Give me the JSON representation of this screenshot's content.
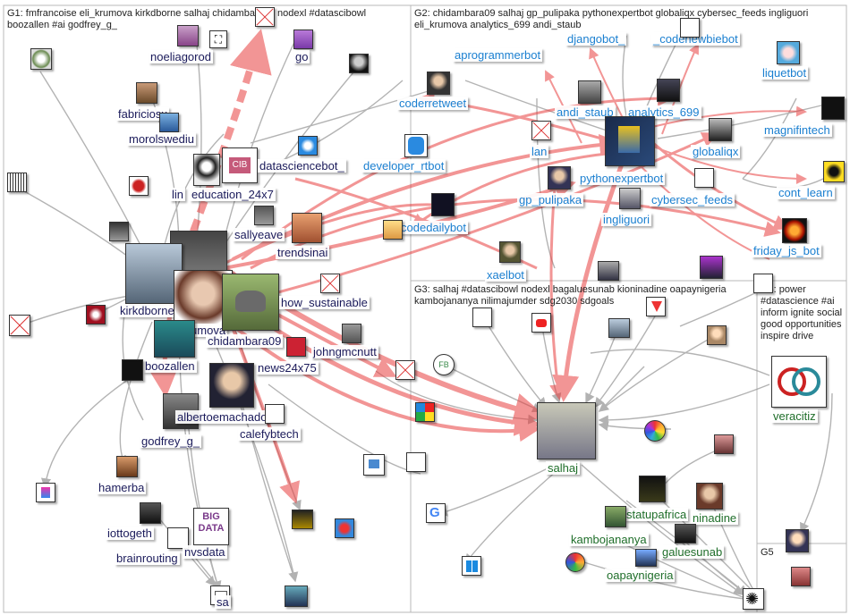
{
  "groups": [
    {
      "id": "G1",
      "title": "G1: fmfrancoise eli_krumova kirkdborne salhaj chidambara09 nodexl #datascibowl boozallen #ai godfrey_g_"
    },
    {
      "id": "G2",
      "title": "G2: chidambara09 salhaj gp_pulipaka pythonexpertbot globaliqx cybersec_feeds ingliguori eli_krumova analytics_699 andi_staub"
    },
    {
      "id": "G3",
      "title": "G3: salhaj #datascibowl nodexl bagaluesunab kioninadine oapaynigeria kambojananya nilimajumder sdg2030 sdgoals"
    },
    {
      "id": "G4",
      "title": "G4: power #datascience #ai inform ignite social good opportunities inspire drive"
    },
    {
      "id": "G5",
      "title": "G5"
    }
  ],
  "colors": {
    "g1_label": "#1a1a5a",
    "g2_label": "#1a7fd0",
    "g3_label": "#1f6e2a",
    "edge_gray": "#8c8c8c",
    "edge_red": "#e84040",
    "box_border": "#b8b8b8"
  },
  "labels": {
    "noeliagorod": "noeliagorod",
    "go": "go",
    "fabriciosx": "fabriciosx",
    "morolswediu": "morolswediu",
    "lin": "lin",
    "education": "education_24x7",
    "datasciencebot": "datasciencebot_",
    "sallyeave": "sallyeave",
    "trendsinai": "trendsinai",
    "kirkdborne": "kirkdborne",
    "eli": "eli_krumova",
    "how_sustainable": "how_sustainable",
    "chidambara": "chidambara09",
    "johngmcnutt": "johngmcnutt",
    "boozallen": "boozallen",
    "news24x75": "news24x75",
    "albertoemachado": "albertoemachado",
    "calefybtech": "calefybtech",
    "godfrey": "godfrey_g_",
    "hamerba": "hamerba",
    "iottogeth": "iottogeth",
    "brainrouting": "brainrouting",
    "nvsdata": "nvsdata",
    "sa": "sa",
    "djangobot": "djangobot_",
    "codenewbie": "_codenewbiebot",
    "aprogrammerbot": "aprogrammerbot",
    "liquetbot": "liquetbot",
    "coderretweet": "coderretweet",
    "andi_staub": "andi_staub",
    "analytics_699": "analytics_699",
    "magnifintech": "magnifintech",
    "lan": "lan",
    "pythonexpertbot": "pythonexpertbot",
    "globaliqx": "globaliqx",
    "developer_rtbot": "developer_rtbot",
    "cont_learn": "cont_learn",
    "gp_pulipaka": "gp_pulipaka",
    "cybersec_feeds": "cybersec_feeds",
    "ingliguori": "ingliguori",
    "codedailybot": "codedailybot",
    "friday_js_bot": "friday_js_bot",
    "xaelbot": "xaelbot",
    "salhaj": "salhaj",
    "statupafrica": "statupafrica",
    "ninadine": "ninadine",
    "kambojananya": "kambojananya",
    "galuesunab": "galuesunab",
    "oapaynigeria": "oapaynigeria",
    "veracitiz": "veracitiz"
  },
  "node_icons": {
    "g5_node": "profile-photo-icon",
    "google": "google-logo-icon",
    "windows": "windows-logo-icon",
    "youtube": "youtube-logo-icon",
    "fb": "fb-badge-icon",
    "veracitiz_logo": "interlocking-rings-logo-icon"
  },
  "logo_text": {
    "cib": "CIB",
    "bigdata": "BIG DATA",
    "fb": "FB"
  }
}
